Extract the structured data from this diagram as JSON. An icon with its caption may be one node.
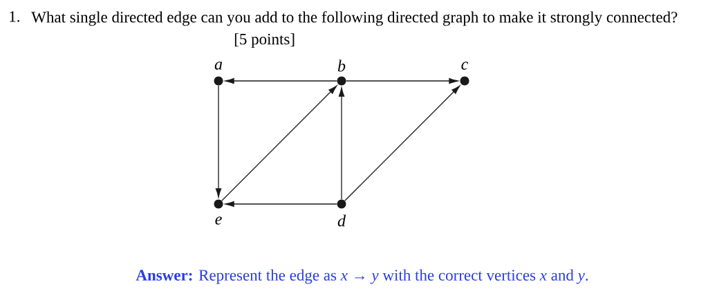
{
  "diagram": {
    "nodes": [
      {
        "text": [],
        "shape": "circle",
        "beside": [
          "a"
        ]
      },
      {
        "text": [],
        "shape": "circle",
        "beside": [
          "b"
        ]
      },
      {
        "text": [],
        "shape": "circle",
        "beside": [
          "c"
        ]
      },
      {
        "text": [],
        "shape": "circle",
        "beside": [
          "e"
        ]
      },
      {
        "text": [],
        "shape": "circle",
        "beside": [
          "d"
        ]
      }
    ],
    "edges": [
      {
        "from": 1,
        "to": 0,
        "arrow": "to"
      },
      {
        "from": 1,
        "to": 2,
        "arrow": "to"
      },
      {
        "from": 0,
        "to": 3,
        "arrow": "to"
      },
      {
        "from": 3,
        "to": 1,
        "arrow": "to"
      },
      {
        "from": 4,
        "to": 1,
        "arrow": "to"
      },
      {
        "from": 4,
        "to": 3,
        "arrow": "to"
      },
      {
        "from": 4,
        "to": 2,
        "arrow": "to"
      }
    ],
    "labels": [
      "1.",
      "What single directed edge can you add to the following directed graph to make it strongly connected?",
      "[5 points]",
      "**Answer:** Represent the edge as *x* → *y* with the correct vertices *x* and *y*."
    ]
  }
}
